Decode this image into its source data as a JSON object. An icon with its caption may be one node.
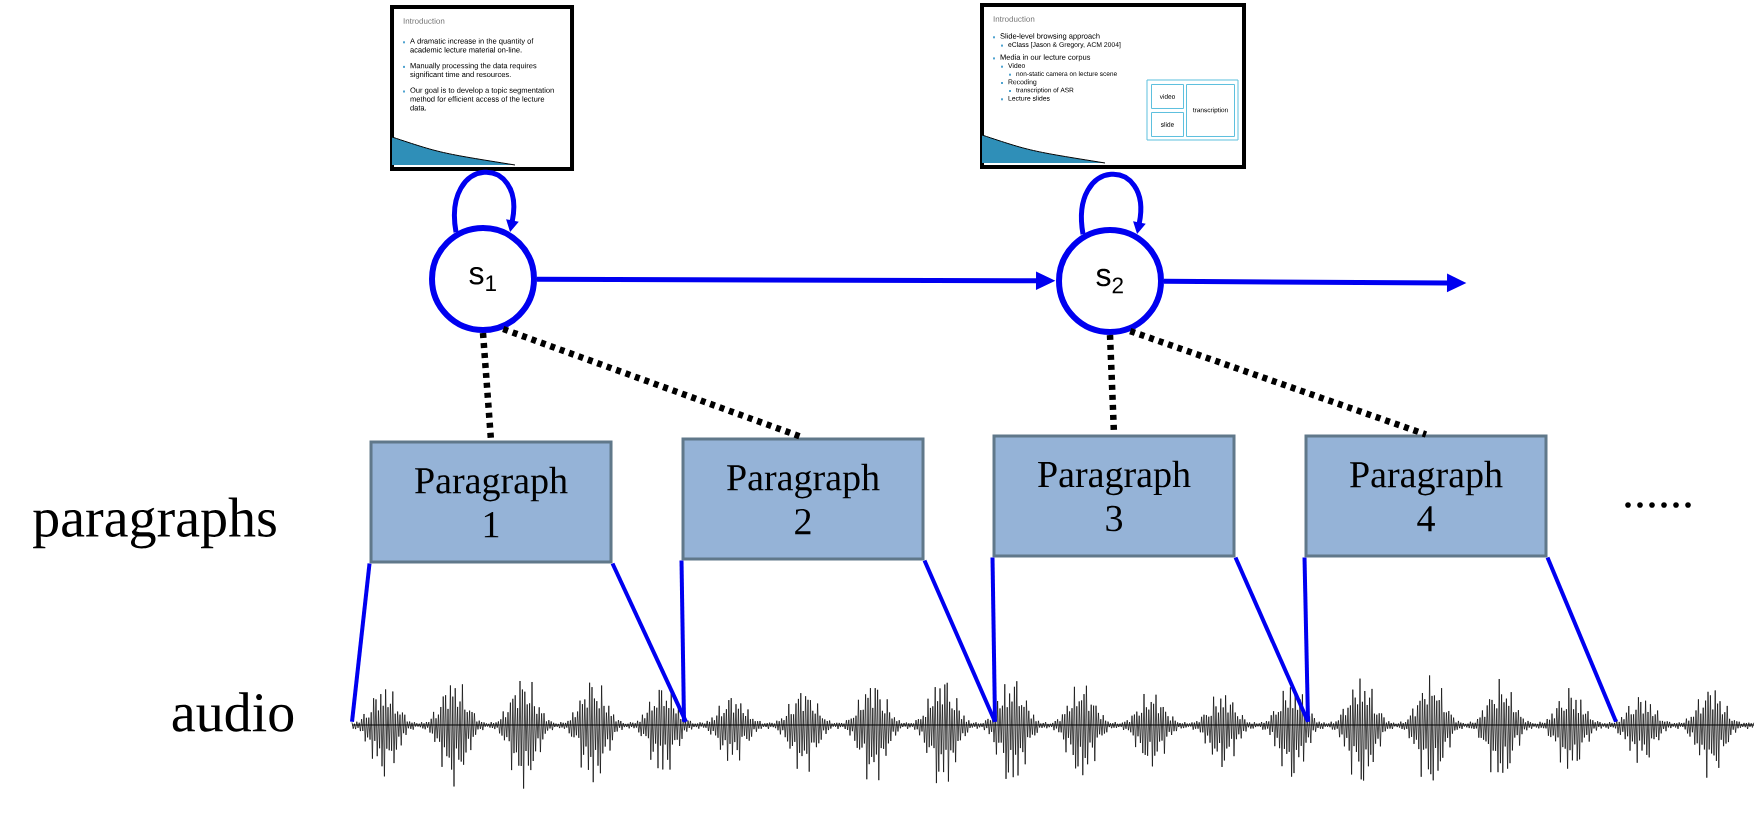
{
  "diagram": {
    "nodes": [
      {
        "text": [
          "Introduction",
          "A dramatic increase in the quantity of academic lecture material on-line.",
          "Manually processing the data requires significant time and resources.",
          "Our goal is to develop a topic segmentation method for efficient access of the lecture data."
        ]
      },
      {
        "text": [
          "Introduction",
          "Slide-level browsing approach",
          "eClass [Jason & Gregory, ACM 2004]",
          "Media in our lecture corpus",
          "Video",
          "non-static camera on lecture scene",
          "Recoding",
          "transcription of ASR",
          "Lecture slides"
        ]
      },
      {
        "text": [
          "video"
        ],
        "in": 1
      },
      {
        "text": [
          "transcription"
        ],
        "in": 1
      },
      {
        "text": [
          "slide"
        ],
        "in": 1
      },
      {
        "text": [
          "s$_{1}$"
        ]
      },
      {
        "text": [
          "s$_{2}$"
        ]
      },
      {
        "text": [
          "Paragraph 1"
        ]
      },
      {
        "text": [
          "Paragraph 2"
        ]
      },
      {
        "text": [
          "Paragraph 3"
        ]
      },
      {
        "text": [
          "Paragraph 4"
        ]
      },
      {
        "text": [],
        "shape": "picture"
      }
    ],
    "edges": [
      {
        "from": 5,
        "to": 5,
        "arrow": "to"
      },
      {
        "from": 6,
        "to": 6,
        "arrow": "to"
      },
      {
        "from": 5,
        "to": 6,
        "arrow": "to"
      },
      {
        "from": 6,
        "to": null,
        "arrow": "to"
      },
      {
        "from": 5,
        "to": 7,
        "arrow": "none",
        "style": "dashed",
        "color": "#000000"
      },
      {
        "from": 5,
        "to": 8,
        "arrow": "none",
        "style": "dashed",
        "color": "#000000"
      },
      {
        "from": 6,
        "to": 9,
        "arrow": "none",
        "style": "dashed",
        "color": "#000000"
      },
      {
        "from": 6,
        "to": 10,
        "arrow": "none",
        "style": "dashed",
        "color": "#000000"
      },
      {
        "from": 7,
        "to": 11,
        "arrow": "none"
      },
      {
        "from": 7,
        "to": 11,
        "arrow": "none"
      },
      {
        "from": 8,
        "to": 11,
        "arrow": "none"
      },
      {
        "from": 8,
        "to": 11,
        "arrow": "none"
      },
      {
        "from": 9,
        "to": 11,
        "arrow": "none"
      },
      {
        "from": 9,
        "to": 11,
        "arrow": "none"
      },
      {
        "from": 10,
        "to": 11,
        "arrow": "none"
      },
      {
        "from": 10,
        "to": 11,
        "arrow": "none"
      }
    ],
    "labels": [
      "paragraphs",
      "audio",
      "......"
    ]
  }
}
